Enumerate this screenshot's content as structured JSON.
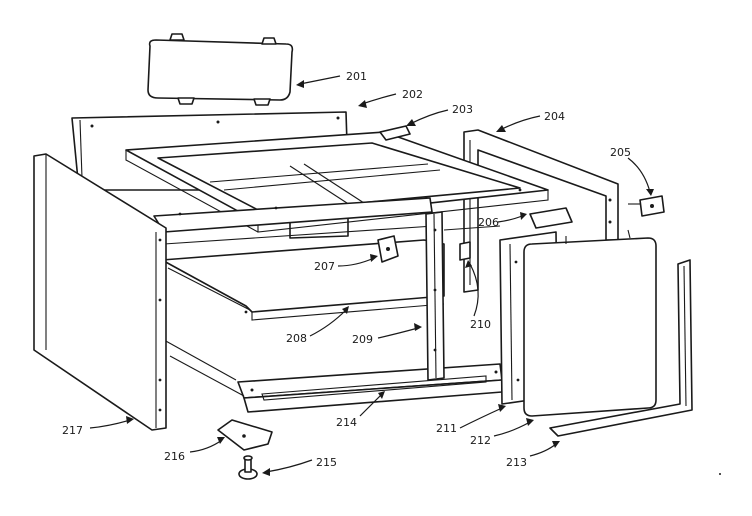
{
  "callouts": {
    "c201": "201",
    "c202": "202",
    "c203": "203",
    "c204": "204",
    "c205": "205",
    "c206": "206",
    "c207": "207",
    "c208": "208",
    "c209": "209",
    "c210": "210",
    "c211": "211",
    "c212": "212",
    "c213": "213",
    "c214": "214",
    "c215": "215",
    "c216": "216",
    "c217": "217"
  }
}
